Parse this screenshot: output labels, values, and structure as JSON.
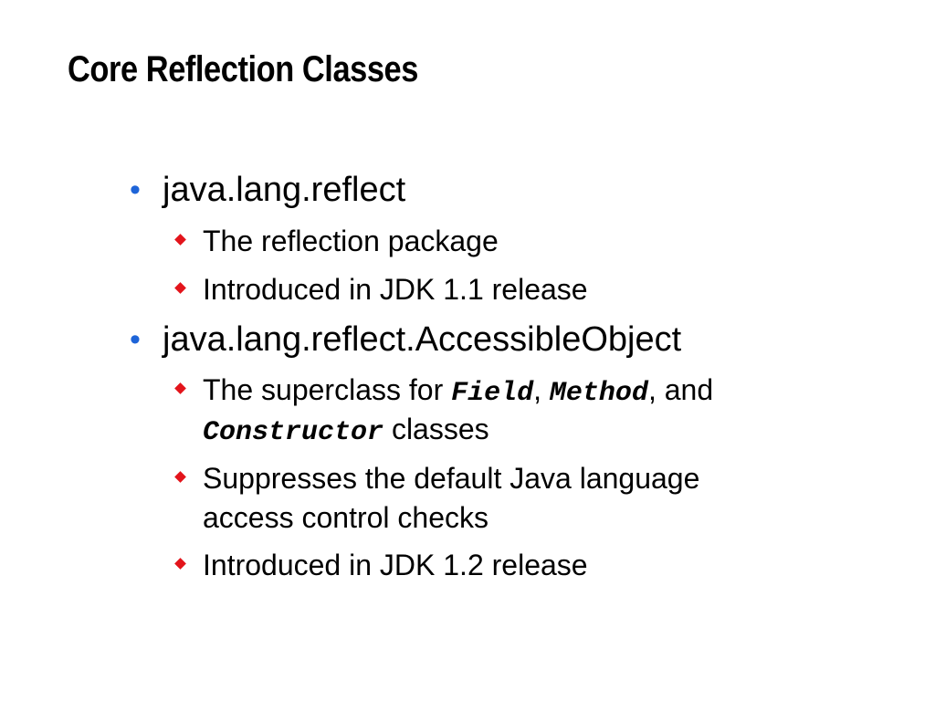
{
  "slide": {
    "title": "Core Reflection Classes",
    "colors": {
      "bullet_level1": "#1e64d8",
      "bullet_level2": "#e3141b"
    },
    "sections": [
      {
        "heading": "java.lang.reflect",
        "items": [
          {
            "text": "The reflection package"
          },
          {
            "text": "Introduced in JDK 1.1 release"
          }
        ]
      },
      {
        "heading": "java.lang.reflect.AccessibleObject",
        "items": [
          {
            "prefix": "The superclass for ",
            "code1": "Field",
            "sep1": ", ",
            "code2": "Method",
            "sep2": ", and",
            "code3": "Constructor",
            "suffix": " classes"
          },
          {
            "line1": "Suppresses the default Java language",
            "line2": "access control checks"
          },
          {
            "text": "Introduced in JDK 1.2 release"
          }
        ]
      }
    ]
  }
}
